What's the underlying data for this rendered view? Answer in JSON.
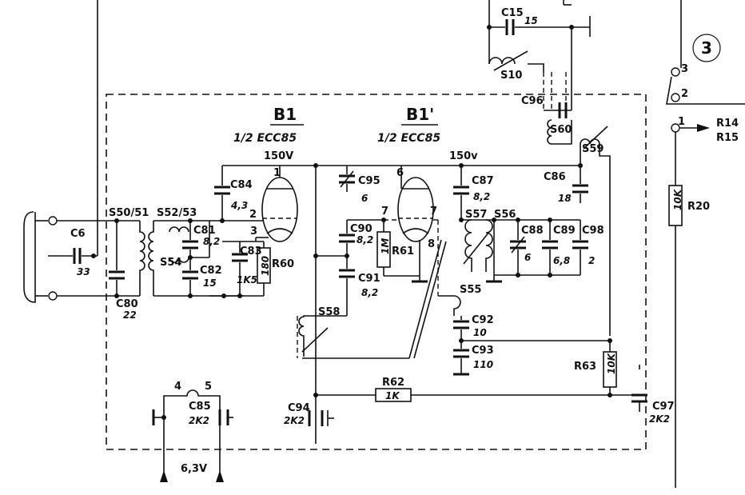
{
  "tubes": {
    "b1": {
      "name": "B1",
      "type": "1/2 ECC85"
    },
    "b1p": {
      "name": "B1'",
      "type": "1/2 ECC85"
    }
  },
  "voltages": {
    "v150a": "150V",
    "v150b": "150v",
    "heater": "6,3V"
  },
  "circle_number": "3",
  "pins": {
    "p1": "1",
    "p2": "2",
    "p3": "3",
    "p6": "6",
    "p7": "7",
    "p7b": "7",
    "p8": "8",
    "p4": "4",
    "p5": "5",
    "sw1": "1",
    "sw2": "2",
    "sw3": "3"
  },
  "components": {
    "c6": {
      "label": "C6",
      "value": "33"
    },
    "c80": {
      "label": "C80",
      "value": "22"
    },
    "s5051": {
      "label": "S50/51"
    },
    "s5253": {
      "label": "S52/53"
    },
    "s54": {
      "label": "S54"
    },
    "c81": {
      "label": "C81",
      "value": "8,2"
    },
    "c82": {
      "label": "C82",
      "value": "15"
    },
    "c83": {
      "label": "C83",
      "value": "1K5"
    },
    "r60": {
      "label": "R60",
      "value": "180"
    },
    "c84": {
      "label": "C84",
      "value": "4,3"
    },
    "c95": {
      "label": "C95",
      "value": "6"
    },
    "c90": {
      "label": "C90",
      "value": "8,2"
    },
    "c91": {
      "label": "C91",
      "value": "8,2"
    },
    "r61": {
      "label": "R61",
      "value": "1M"
    },
    "c87": {
      "label": "C87",
      "value": "8,2"
    },
    "c86": {
      "label": "C86",
      "value": "18"
    },
    "s57": {
      "label": "S57"
    },
    "s56": {
      "label": "S56"
    },
    "c88": {
      "label": "C88",
      "value": "6"
    },
    "c89": {
      "label": "C89",
      "value": "6,8"
    },
    "c98": {
      "label": "C98",
      "value": "2"
    },
    "s55": {
      "label": "S55"
    },
    "c92": {
      "label": "C92",
      "value": "10"
    },
    "c93": {
      "label": "C93",
      "value": "110"
    },
    "s58": {
      "label": "S58"
    },
    "s59": {
      "label": "S59"
    },
    "s60": {
      "label": "S60"
    },
    "c96": {
      "label": "C96"
    },
    "s10": {
      "label": "S10"
    },
    "c15": {
      "label": "C15",
      "value": "15"
    },
    "r62": {
      "label": "R62",
      "value": "1K"
    },
    "r63": {
      "label": "R63",
      "value": "10K"
    },
    "c94": {
      "label": "C94",
      "value": "2K2"
    },
    "c85": {
      "label": "C85",
      "value": "2K2"
    },
    "c97": {
      "label": "C97",
      "value": "2K2"
    },
    "r20": {
      "label": "R20",
      "value": "10K"
    },
    "r14": {
      "label": "R14"
    },
    "r15": {
      "label": "R15"
    }
  }
}
